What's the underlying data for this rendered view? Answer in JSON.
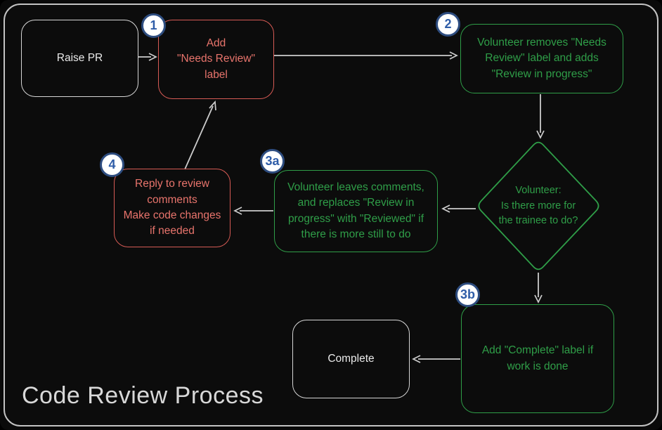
{
  "title": "Code Review Process",
  "colors": {
    "background": "#0c0c0c",
    "frame_border": "#c3c3c3",
    "red": "#e8746c",
    "red_border": "#d75b55",
    "green": "#2f9e48",
    "neutral_text": "#eaeaea",
    "neutral_border": "#d6d6d6",
    "badge_bg": "#ffffff",
    "badge_border": "#2e4d80",
    "badge_text": "#2f5da8",
    "arrow": "#cccccc",
    "title": "#d8d8d8"
  },
  "nodes": {
    "raise_pr": {
      "label": "Raise PR"
    },
    "add_needs_review": {
      "label": "Add\n\"Needs Review\"\nlabel",
      "badge": "1"
    },
    "volunteer_removes": {
      "label": "Volunteer removes \"Needs\nReview\" label and adds\n\"Review in progress\"",
      "badge": "2"
    },
    "decision": {
      "label": "Volunteer:\nIs there more for\nthe trainee to do?"
    },
    "volunteer_leaves": {
      "label": "Volunteer leaves comments,\nand replaces \"Review in\nprogress\" with \"Reviewed\" if\nthere is more still to do",
      "badge": "3a"
    },
    "reply_to_review": {
      "label": "Reply to review\ncomments\nMake code changes\nif needed",
      "badge": "4"
    },
    "add_complete": {
      "label": "Add \"Complete\" label if\nwork is done",
      "badge": "3b"
    },
    "complete": {
      "label": "Complete"
    }
  }
}
